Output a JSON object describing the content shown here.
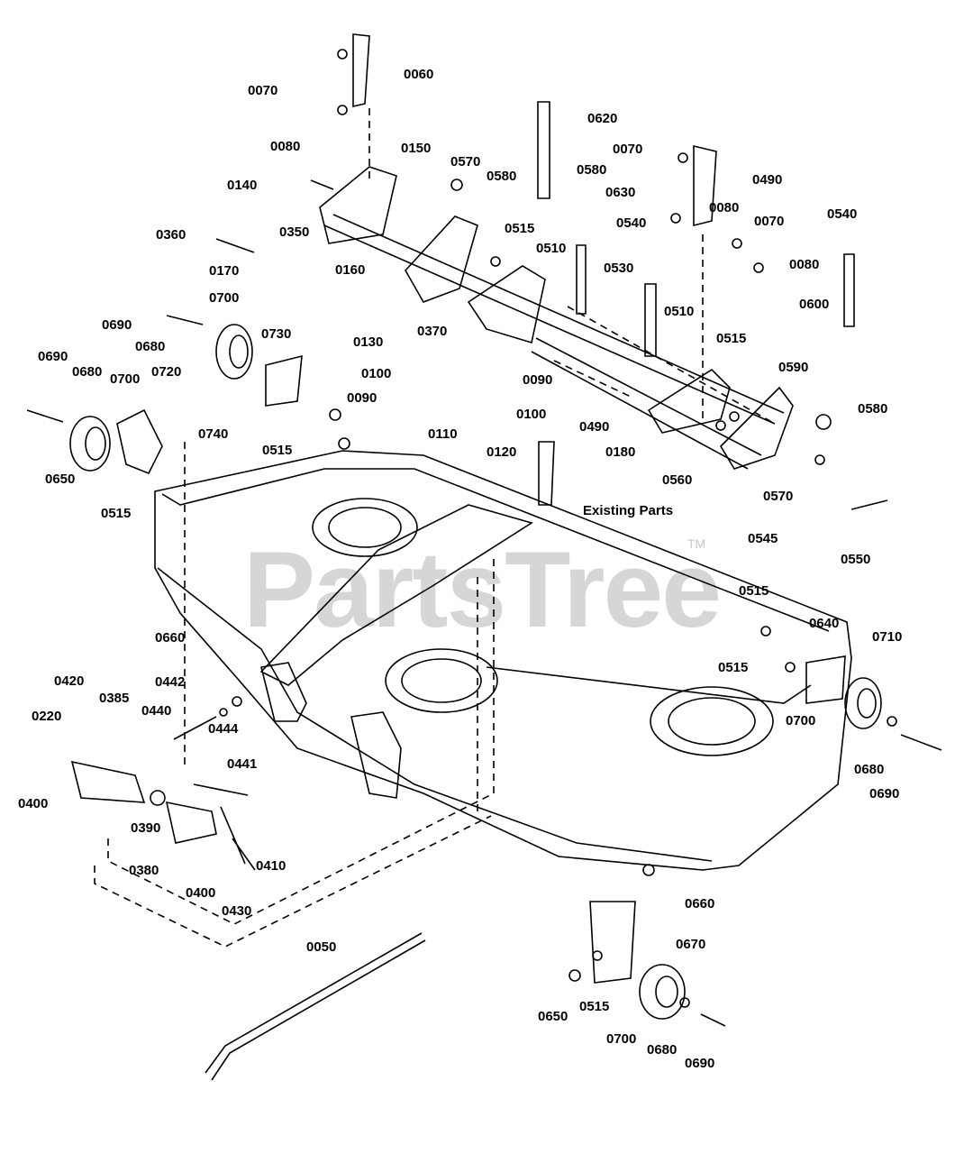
{
  "watermark": {
    "text": "PartsTree",
    "tm": "TM"
  },
  "note": "Existing Parts",
  "labels": [
    "0070",
    "0060",
    "0080",
    "0150",
    "0140",
    "0360",
    "0350",
    "0160",
    "0170",
    "0570",
    "0580",
    "0515",
    "0620",
    "0580",
    "0630",
    "0510",
    "0540",
    "0530",
    "0510",
    "0070",
    "0490",
    "0080",
    "0070",
    "0080",
    "0540",
    "0600",
    "0515",
    "0590",
    "0580",
    "0370",
    "0700",
    "0730",
    "0690",
    "0680",
    "0690",
    "0680",
    "0700",
    "0720",
    "0740",
    "0515",
    "0650",
    "0515",
    "0130",
    "0100",
    "0090",
    "0110",
    "0090",
    "0100",
    "0120",
    "0180",
    "0490",
    "0560",
    "0570",
    "0545",
    "0550",
    "0515",
    "0640",
    "0710",
    "0515",
    "0700",
    "0680",
    "0690",
    "0660",
    "0420",
    "0385",
    "0440",
    "0442",
    "0220",
    "0444",
    "0441",
    "0400",
    "0390",
    "0380",
    "0410",
    "0400",
    "0430",
    "0660",
    "0670",
    "0050",
    "0650",
    "0515",
    "0700",
    "0680",
    "0690"
  ]
}
